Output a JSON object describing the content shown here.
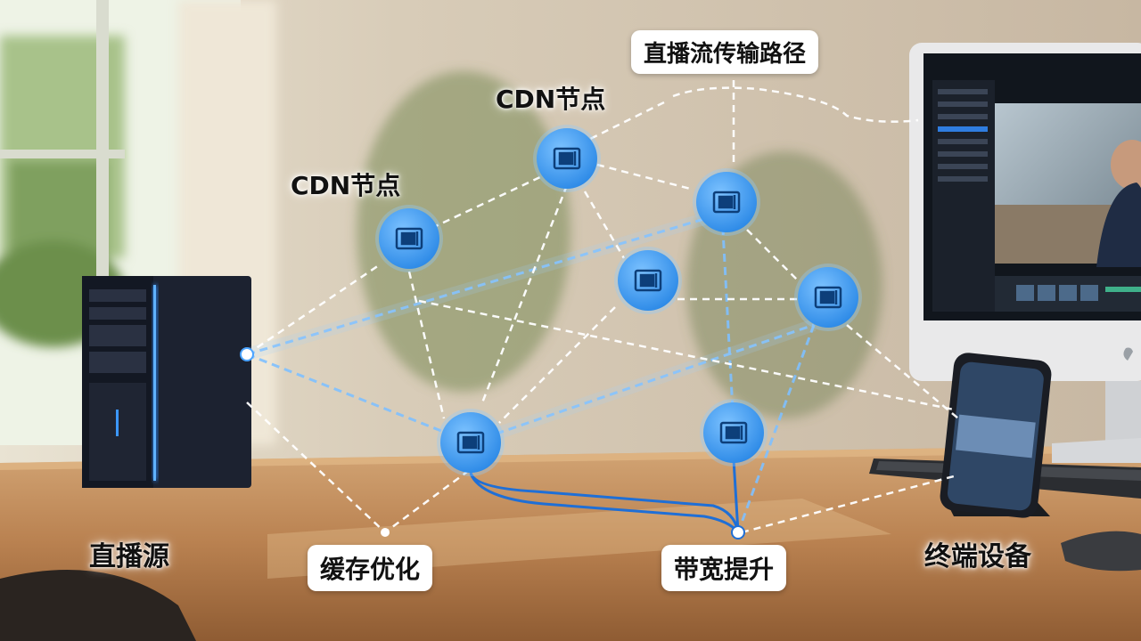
{
  "labels": {
    "path": "直播流传输路径",
    "cdn_top": "CDN节点",
    "cdn_left": "CDN节点",
    "source": "直播源",
    "cache": "缓存优化",
    "bandwidth": "带宽提升",
    "terminal": "终端设备"
  },
  "icons": {
    "node": "cdn-server-icon",
    "source": "tower-server",
    "monitor": "desktop-monitor",
    "phone": "smartphone"
  },
  "colors": {
    "node_fill": "#3a9cf0",
    "node_ring": "#8fcaff",
    "dashed_white": "#ffffff",
    "dashed_blue": "#7fc0ff",
    "solid_blue": "#1f6fd6",
    "label_bg": "#ffffff",
    "label_text": "#111111"
  }
}
